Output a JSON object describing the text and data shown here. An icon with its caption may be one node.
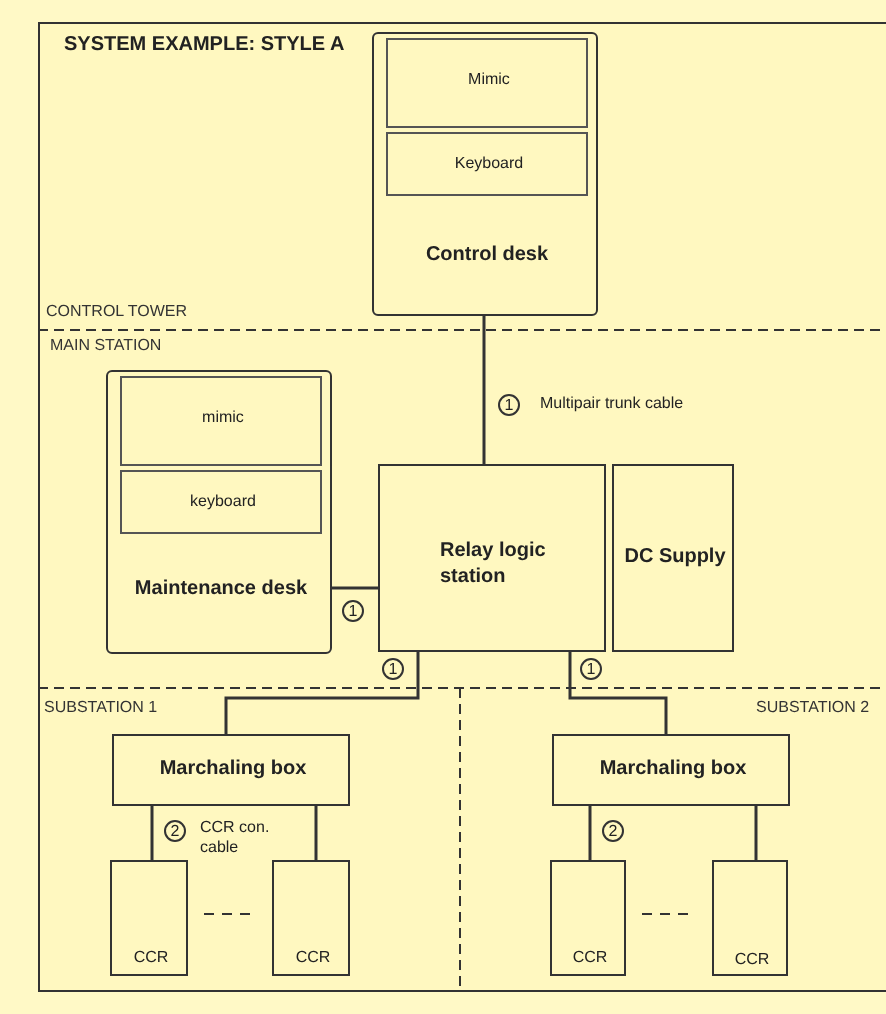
{
  "diagram": {
    "title": "SYSTEM EXAMPLE: STYLE A",
    "nodes": [
      {
        "text": [
          "Control desk"
        ]
      },
      {
        "text": [
          "Mimic"
        ],
        "in": 0
      },
      {
        "text": [
          "Keyboard"
        ],
        "in": 0
      },
      {
        "text": [
          "Maintenance  desk"
        ]
      },
      {
        "text": [
          "mimic"
        ],
        "in": 3
      },
      {
        "text": [
          "keyboard"
        ],
        "in": 3
      },
      {
        "text": [
          "Relay logic station"
        ]
      },
      {
        "text": [
          "DC Supply"
        ]
      },
      {
        "text": [
          "Marchaling box"
        ]
      },
      {
        "text": [
          "Marchaling box"
        ]
      },
      {
        "text": [
          "CCR"
        ]
      },
      {
        "text": [
          "CCR"
        ]
      },
      {
        "text": [
          "CCR"
        ]
      },
      {
        "text": [
          "CCR"
        ]
      }
    ],
    "edges": [
      {
        "from": 0,
        "to": 6,
        "arrow": "none",
        "label": "Multipair trunk cable"
      },
      {
        "from": 3,
        "to": 6,
        "arrow": "none"
      },
      {
        "from": 6,
        "to": 8,
        "arrow": "none"
      },
      {
        "from": 6,
        "to": 9,
        "arrow": "none"
      },
      {
        "from": 8,
        "to": 10,
        "arrow": "none",
        "label": "CCR con. cable"
      },
      {
        "from": 8,
        "to": 11,
        "arrow": "none"
      },
      {
        "from": 9,
        "to": 12,
        "arrow": "none"
      },
      {
        "from": 9,
        "to": 13,
        "arrow": "none"
      }
    ],
    "labels": [
      "CONTROL TOWER",
      "MAIN STATION",
      "1",
      "1",
      "1",
      "1",
      "SUBSTATION 1",
      "SUBSTATION 2",
      "2",
      "2"
    ]
  }
}
